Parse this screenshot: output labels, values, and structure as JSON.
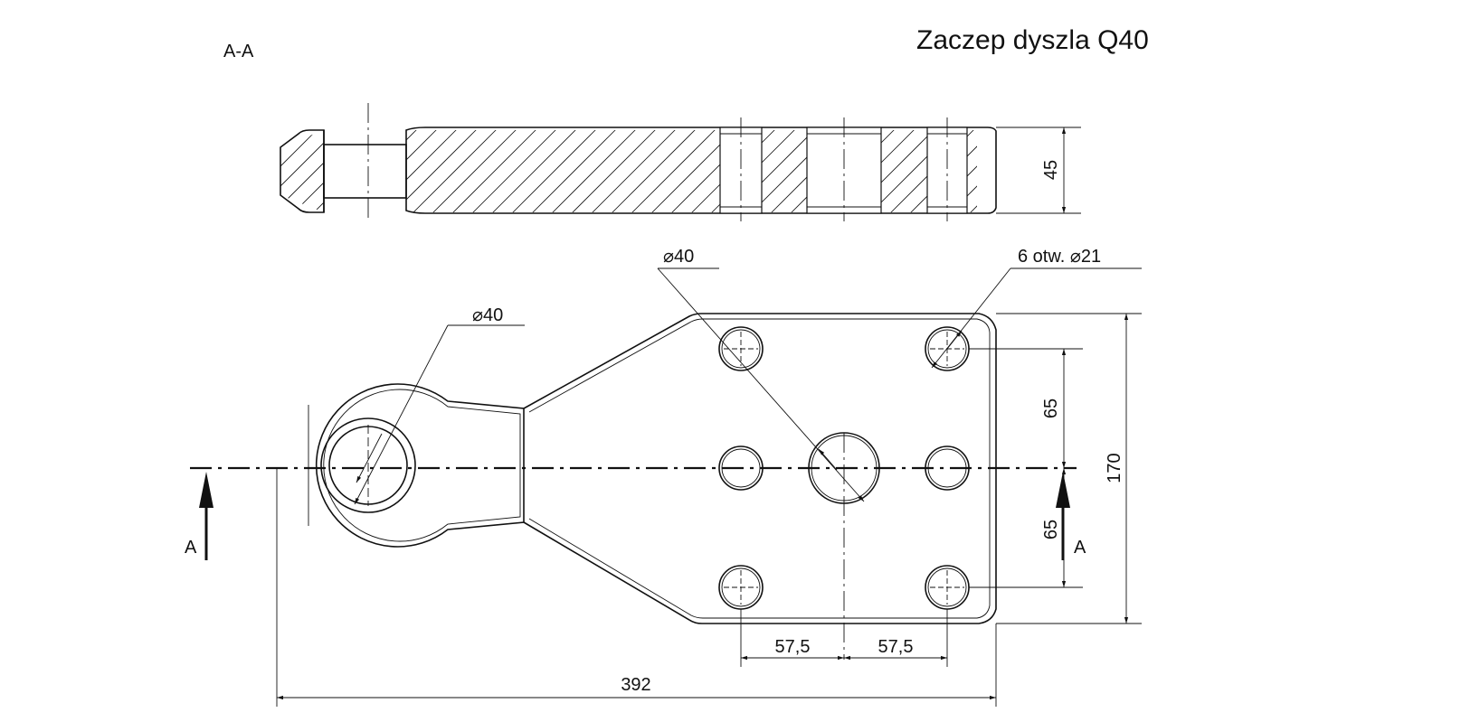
{
  "title": "Zaczep dyszla Q40",
  "section_label": "A-A",
  "view_arrow_label": "A",
  "dimensions": {
    "thickness": "45",
    "eye_diameter": "⌀40",
    "center_hole_diameter": "⌀40",
    "bolt_holes": "6 otw. ⌀21",
    "hole_spacing_vertical": "65",
    "plate_height": "170",
    "hole_spacing_horizontal": "57,5",
    "overall_length": "392"
  }
}
